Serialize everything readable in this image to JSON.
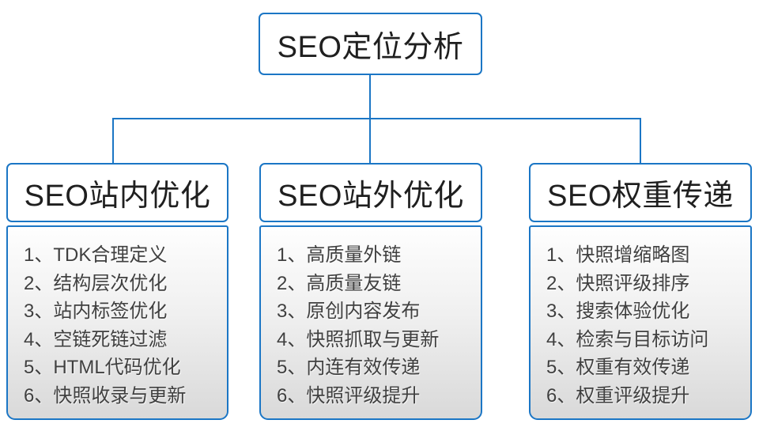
{
  "root": {
    "title": "SEO定位分析"
  },
  "columns": [
    {
      "title": "SEO站内优化",
      "items": [
        "1、TDK合理定义",
        "2、结构层次优化",
        "3、站内标签优化",
        "4、空链死链过滤",
        "5、HTML代码优化",
        "6、快照收录与更新"
      ]
    },
    {
      "title": "SEO站外优化",
      "items": [
        "1、高质量外链",
        "2、高质量友链",
        "3、原创内容发布",
        "4、快照抓取与更新",
        "5、内连有效传递",
        "6、快照评级提升"
      ]
    },
    {
      "title": "SEO权重传递",
      "items": [
        "1、快照增缩略图",
        "2、快照评级排序",
        "3、搜索体验优化",
        "4、检索与目标访问",
        "5、权重有效传递",
        "6、权重评级提升"
      ]
    }
  ],
  "colors": {
    "accent": "#1b76c5",
    "panel_top": "#fefefe",
    "panel_mid": "#f0f0f0",
    "panel_bottom": "#d9d9d9",
    "header_text": "#1f1f1f",
    "list_text": "#404040",
    "background": "#ffffff"
  }
}
